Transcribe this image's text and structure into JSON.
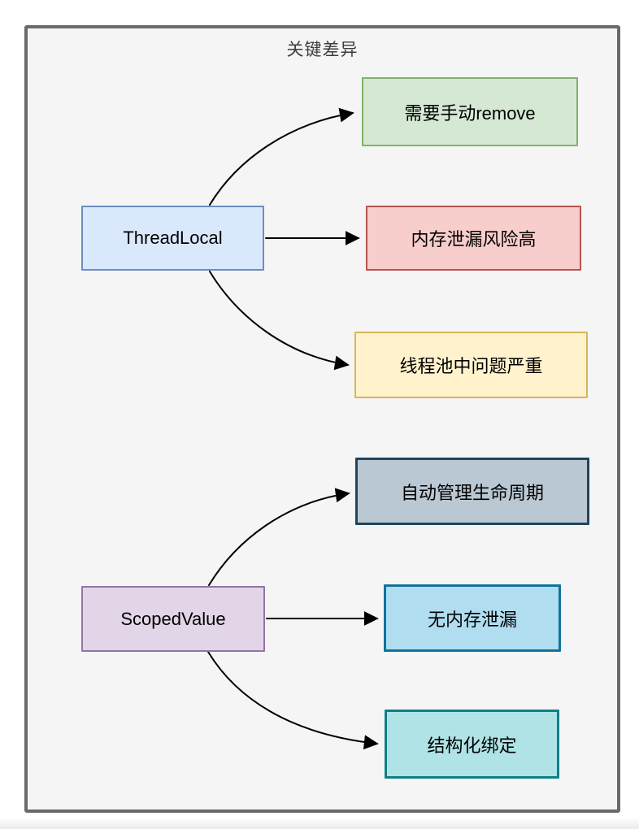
{
  "diagram": {
    "title": "关键差异",
    "canvas_background": "#f5f5f5",
    "frame_border_color": "#6a6a6a",
    "arrow_color": "#000000"
  },
  "nodes": [
    {
      "id": "threadlocal",
      "label": "ThreadLocal",
      "fill": "#dae8fc",
      "stroke": "#6c8ebf"
    },
    {
      "id": "scopedvalue",
      "label": "ScopedValue",
      "fill": "#e1d5e7",
      "stroke": "#9673a6"
    },
    {
      "id": "manual-remove",
      "label": "需要手动remove",
      "fill": "#d5e8d4",
      "stroke": "#82b366"
    },
    {
      "id": "memory-leak-risk",
      "label": "内存泄漏风险高",
      "fill": "#f8cecc",
      "stroke": "#b85450"
    },
    {
      "id": "thread-pool-problem",
      "label": "线程池中问题严重",
      "fill": "#fff2cc",
      "stroke": "#d6b656"
    },
    {
      "id": "auto-lifecycle",
      "label": "自动管理生命周期",
      "fill": "#bac8d3",
      "stroke": "#23445d"
    },
    {
      "id": "no-memory-leak",
      "label": "无内存泄漏",
      "fill": "#b1ddf0",
      "stroke": "#10739e"
    },
    {
      "id": "structured-binding",
      "label": "结构化绑定",
      "fill": "#b0e3e6",
      "stroke": "#0e8088"
    }
  ],
  "edges": [
    {
      "from": "threadlocal",
      "to": "manual-remove"
    },
    {
      "from": "threadlocal",
      "to": "memory-leak-risk"
    },
    {
      "from": "threadlocal",
      "to": "thread-pool-problem"
    },
    {
      "from": "scopedvalue",
      "to": "auto-lifecycle"
    },
    {
      "from": "scopedvalue",
      "to": "no-memory-leak"
    },
    {
      "from": "scopedvalue",
      "to": "structured-binding"
    }
  ]
}
